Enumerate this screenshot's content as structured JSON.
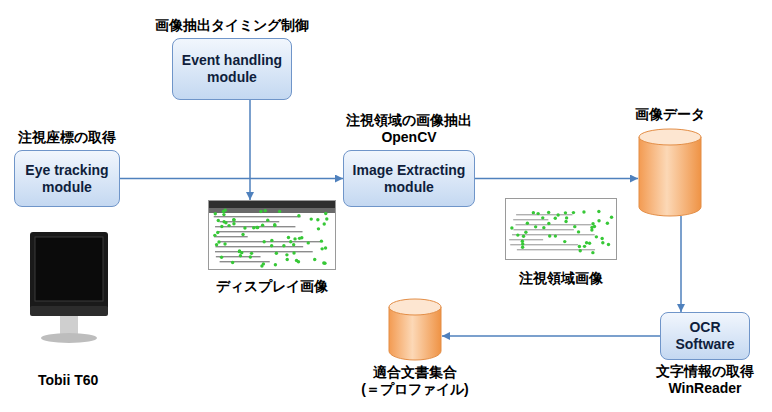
{
  "diagram": {
    "nodes": [
      {
        "text": [
          "画像抽出タイミング制御",
          "Event handling module"
        ]
      },
      {
        "text": [
          "注視座標の取得",
          "Eye tracking module"
        ]
      },
      {
        "text": [
          "ディスプレイ画像"
        ]
      },
      {
        "text": [
          "注視領域の画像抽出",
          "OpenCV",
          "Image Extracting module"
        ]
      },
      {
        "text": [
          "注視領域画像"
        ]
      },
      {
        "text": [
          "画像データ"
        ]
      },
      {
        "text": [
          "OCR Software",
          "文字情報の取得",
          "WinReader"
        ]
      },
      {
        "text": [
          "適合文書集合",
          "(＝プロファイル)"
        ]
      }
    ],
    "edges": [
      {
        "from": 0,
        "to": 2,
        "arrow": "to"
      },
      {
        "from": 1,
        "to": 3,
        "arrow": "to"
      },
      {
        "from": 3,
        "to": 5,
        "arrow": "to"
      },
      {
        "from": 5,
        "to": 6,
        "arrow": "to"
      },
      {
        "from": 6,
        "to": 7,
        "arrow": "to"
      }
    ],
    "labels": [
      "Tobii T60"
    ]
  }
}
